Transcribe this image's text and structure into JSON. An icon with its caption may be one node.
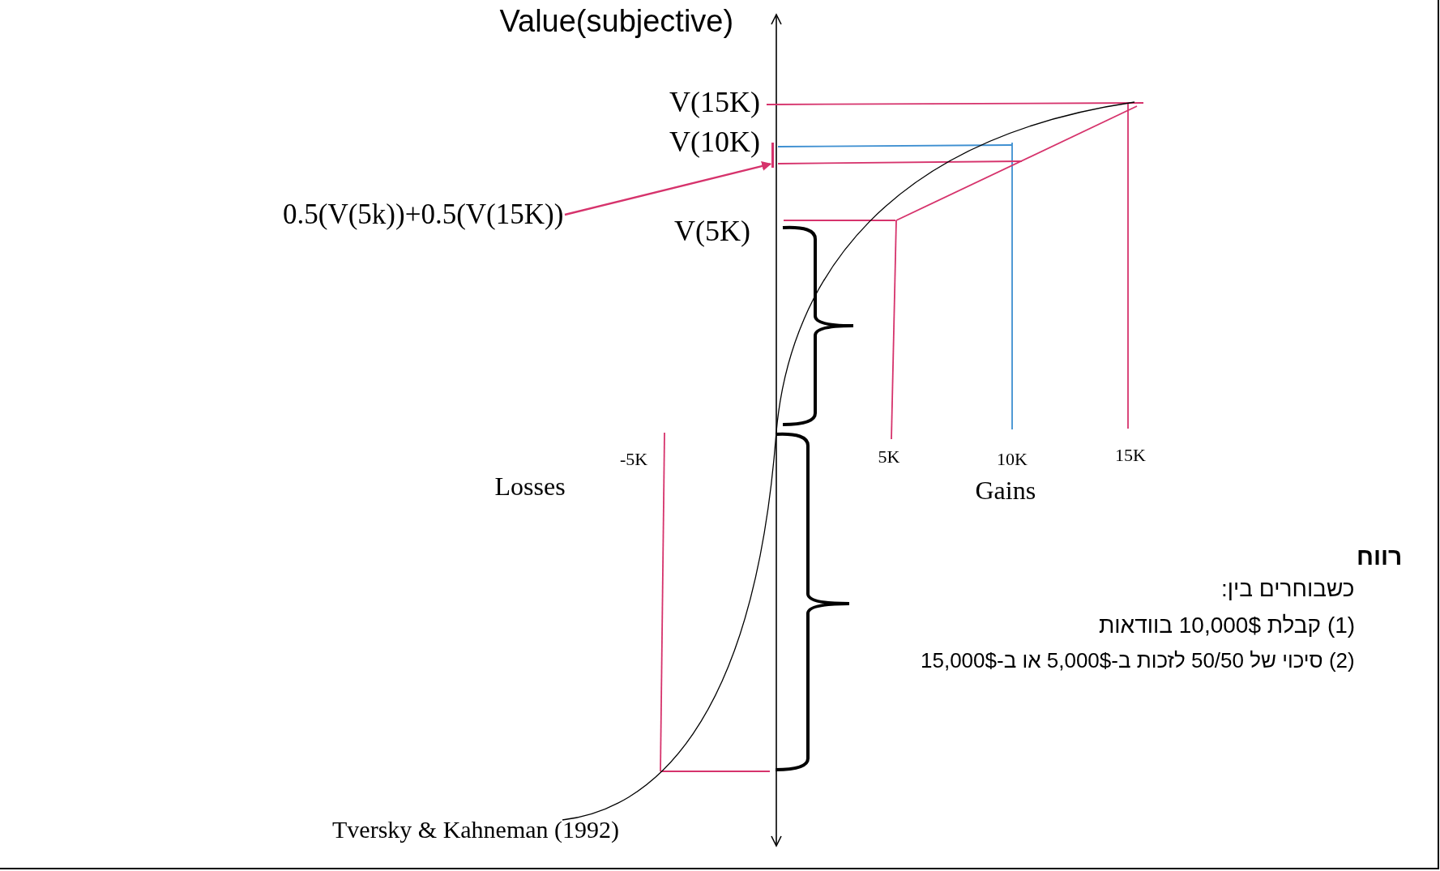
{
  "diagram": {
    "title": "Value(subjective)",
    "nodes": [
      {
        "text": [
          "0.5(V(5k))+0.5(V(15K))"
        ]
      },
      {
        "text": [],
        "shape": "bar"
      }
    ],
    "edges": [
      {
        "from": 0,
        "to": 1,
        "arrow": "to"
      }
    ],
    "labels": [
      "V(15K)",
      "V(10K)",
      "V(5K)",
      "-5K",
      "5K",
      "10K",
      "15K",
      "Losses",
      "Gains",
      "רווח",
      "כשבוחרים בין:",
      "(1) קבלת 10,000$ בוודאות",
      "(2) סיכוי של 50/50 לזכות ב-5,000$ או ב-15,000$",
      "Tversky & Kahneman (1992)"
    ]
  }
}
